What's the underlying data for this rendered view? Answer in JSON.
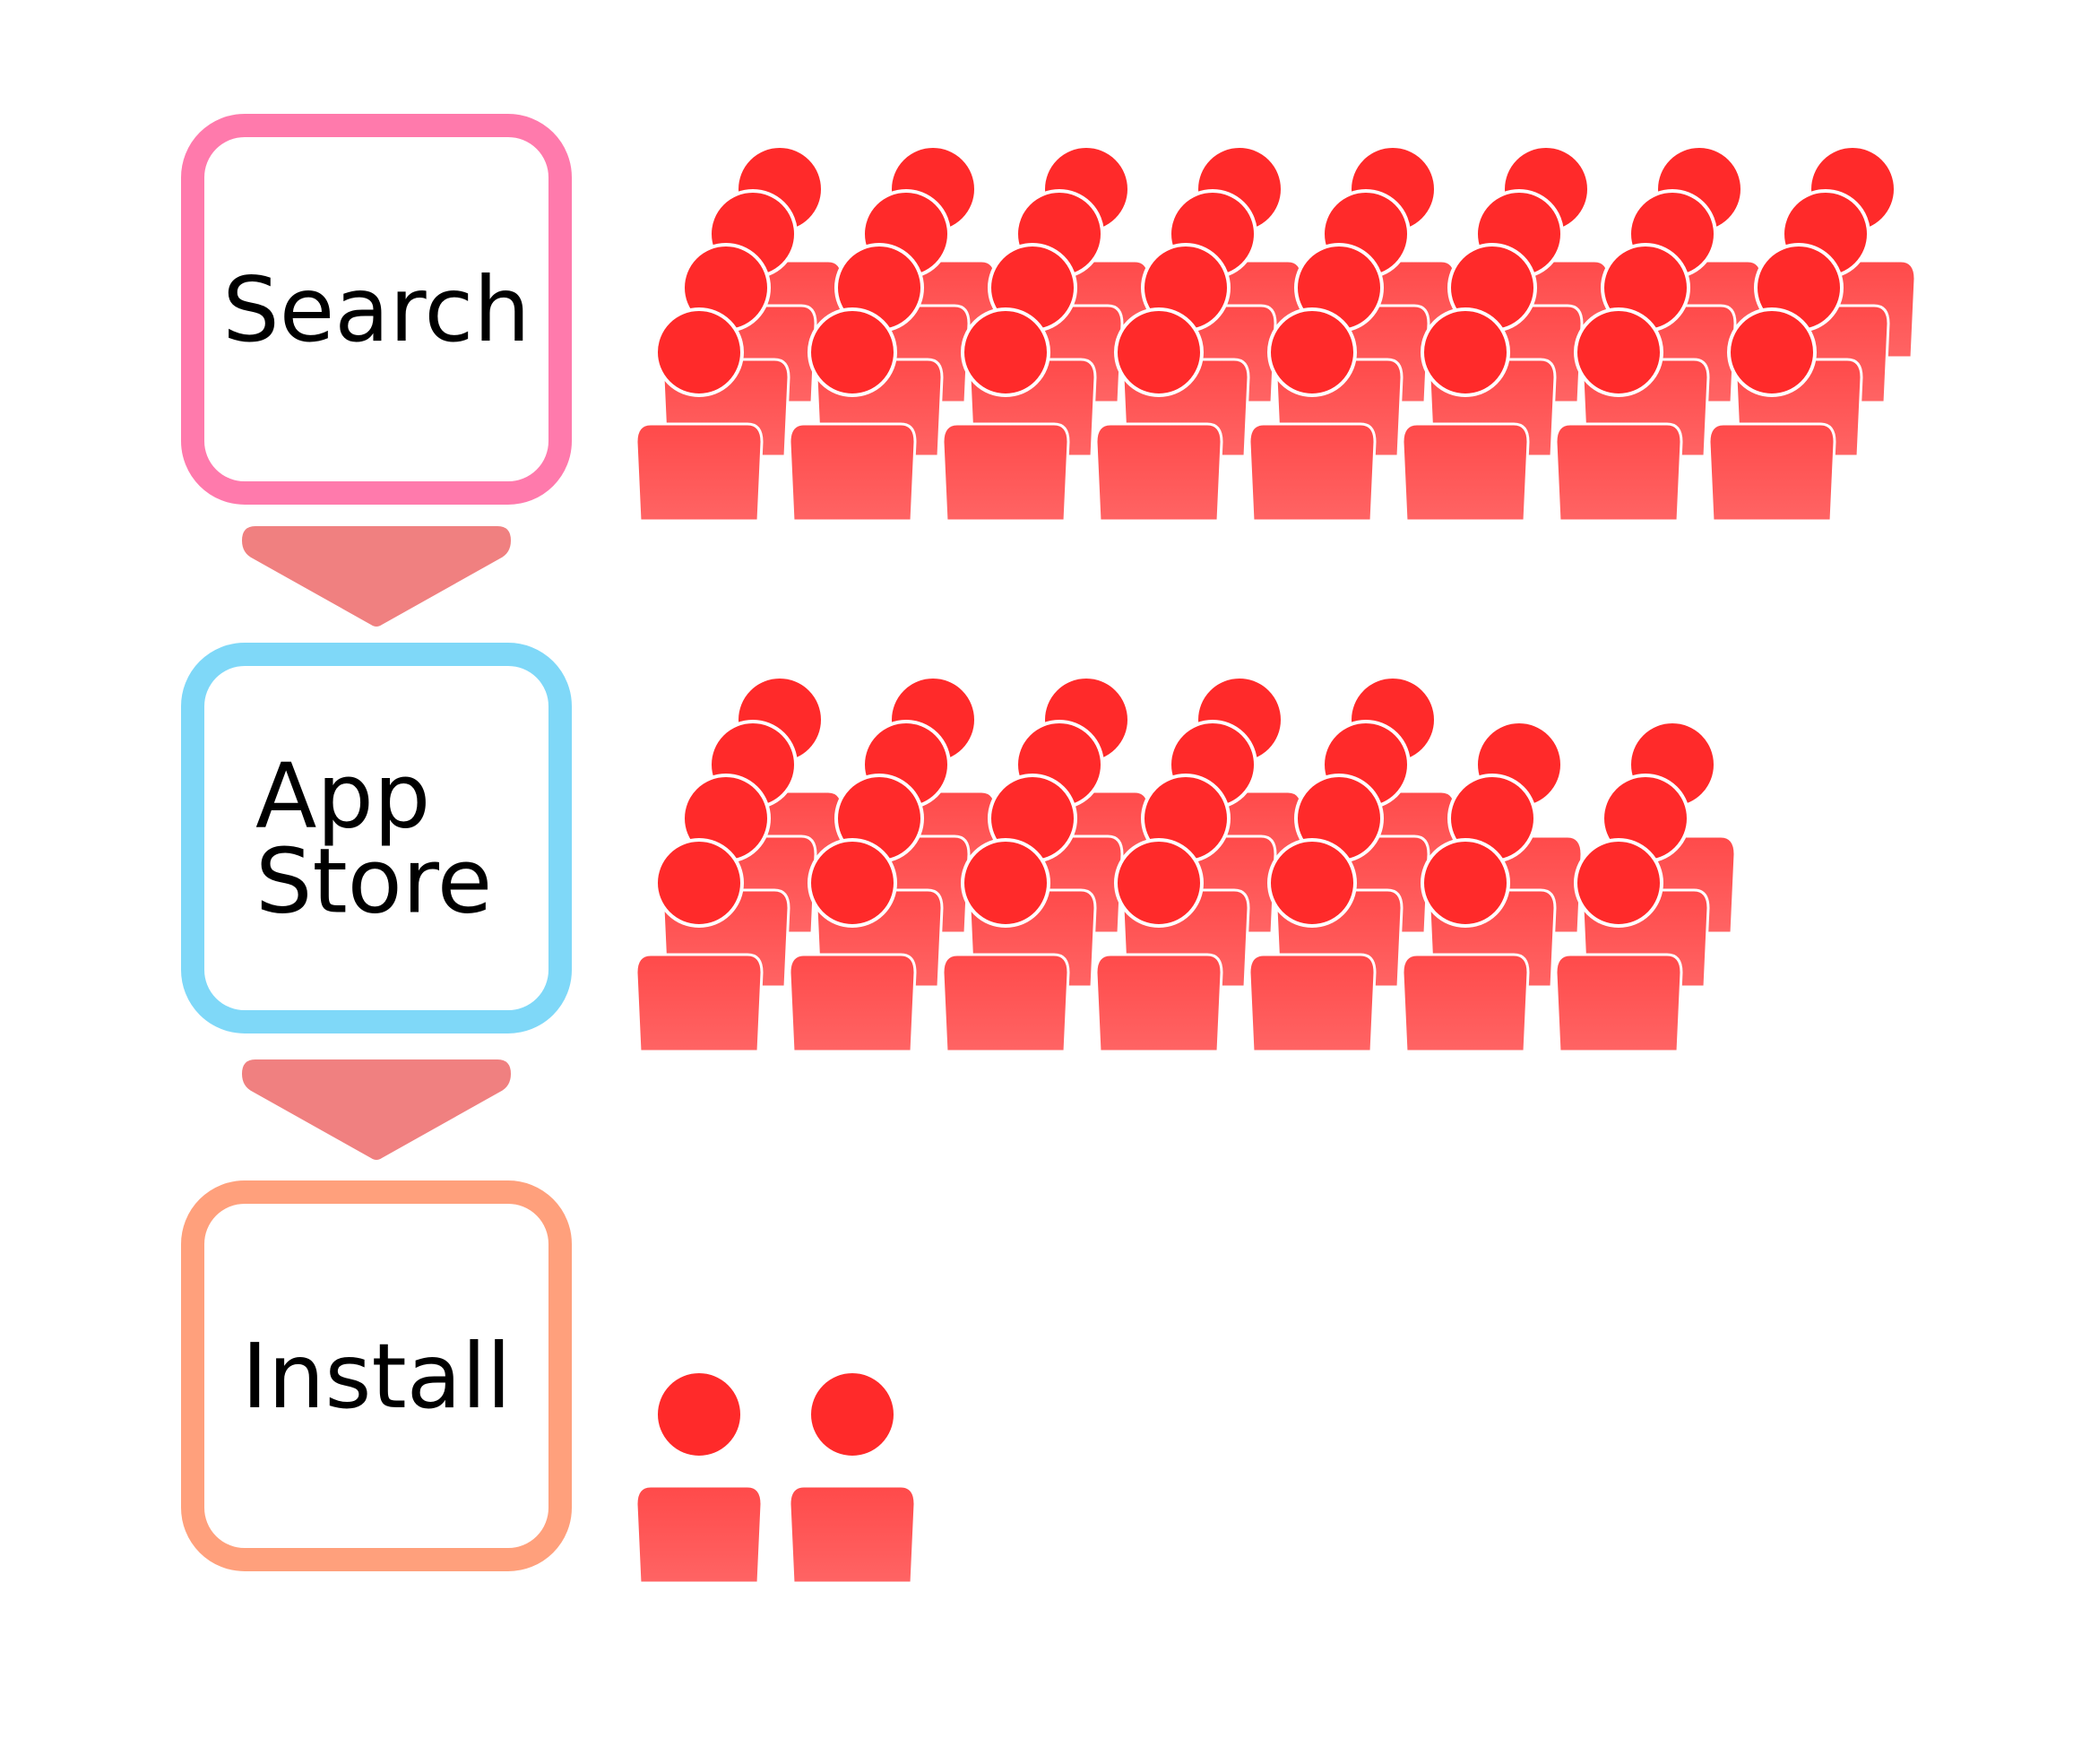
{
  "colors": {
    "background": "#ffffff",
    "arrow": "#f08080",
    "person_head": "#ff2a2a",
    "person_body_top": "#ff4a4a",
    "person_body_bottom": "#ff6464",
    "person_outline": "#ffffff",
    "label_text": "#000000"
  },
  "stages": [
    {
      "name": "search",
      "label_lines": [
        "Search"
      ],
      "border_color": "#ff7aac",
      "people_count": 32,
      "people_columns": 8
    },
    {
      "name": "app-store",
      "label_lines": [
        "App",
        "Store"
      ],
      "border_color": "#7fd8f8",
      "people_count": 26,
      "people_columns": 7
    },
    {
      "name": "install",
      "label_lines": [
        "Install"
      ],
      "border_color": "#ffa07c",
      "people_count": 2,
      "people_columns": 2
    }
  ],
  "connectors": [
    {
      "name": "arrow-search-to-app-store",
      "icon": "down-arrow-icon"
    },
    {
      "name": "arrow-app-store-to-install",
      "icon": "down-arrow-icon"
    }
  ],
  "person_icon": "person-icon"
}
